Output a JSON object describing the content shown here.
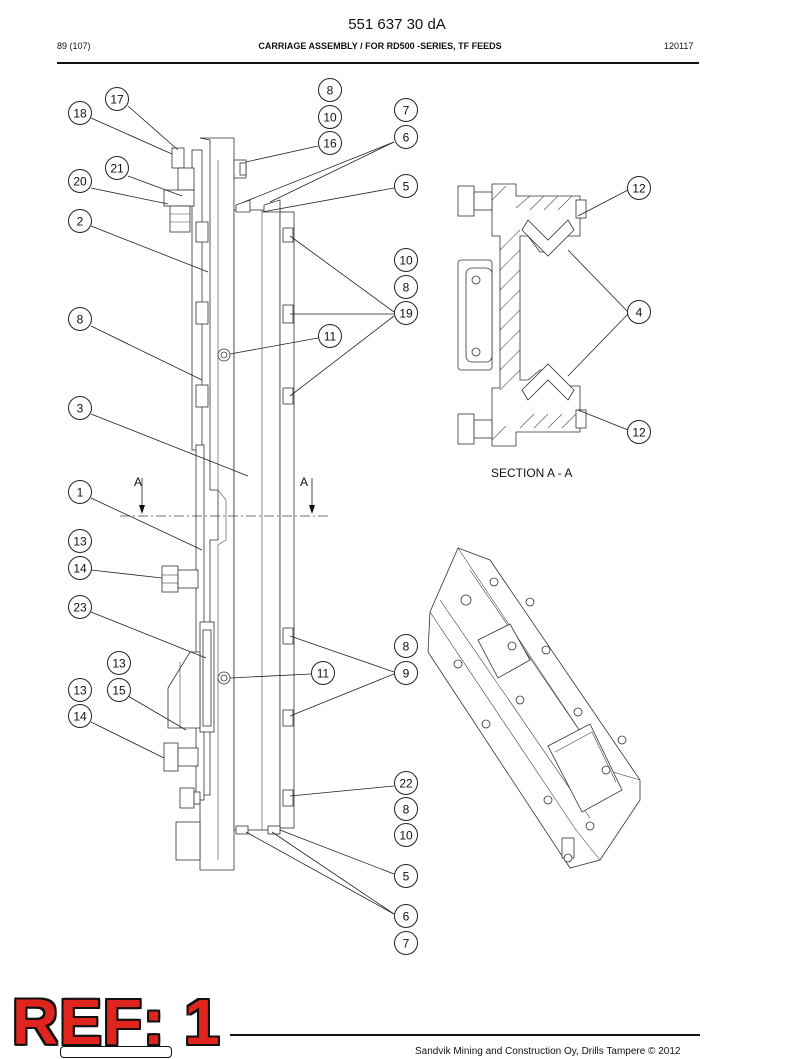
{
  "header": {
    "doc_number": "551 637 30 dA",
    "page": "89 (107)",
    "title": "CARRIAGE ASSEMBLY / FOR RD500 -SERIES, TF FEEDS",
    "date_code": "120117"
  },
  "section": {
    "label": "SECTION  A - A",
    "marker_left": "A",
    "marker_right": "A"
  },
  "callouts": {
    "c_17": "17",
    "c_18": "18",
    "c_21": "21",
    "c_20": "20",
    "c_2": "2",
    "c_8a": "8",
    "c_3": "3",
    "c_1": "1",
    "c_13a": "13",
    "c_14a": "14",
    "c_23": "23",
    "c_13b": "13",
    "c_13c": "13",
    "c_15": "15",
    "c_14b": "14",
    "c_8top": "8",
    "c_10top": "10",
    "c_16": "16",
    "c_7top": "7",
    "c_6top": "6",
    "c_5top": "5",
    "c_10mid": "10",
    "c_8mid": "8",
    "c_19": "19",
    "c_11a": "11",
    "c_8low": "8",
    "c_11b": "11",
    "c_9": "9",
    "c_22": "22",
    "c_8bot": "8",
    "c_10bot": "10",
    "c_5bot": "5",
    "c_6bot": "6",
    "c_7bot": "7",
    "c_12a": "12",
    "c_4": "4",
    "c_12b": "12"
  },
  "footer": {
    "copyright": "Sandvik Mining and Construction Oy, Drills Tampere © 2012",
    "stamp": "REF: 1"
  }
}
